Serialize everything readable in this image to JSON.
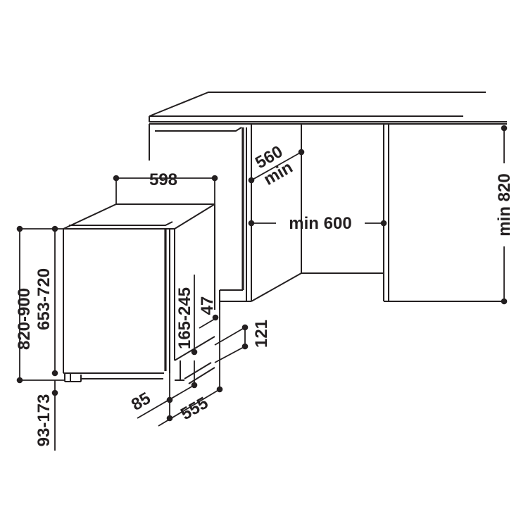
{
  "dimensions": {
    "width": "598",
    "total_height": "820-900",
    "body_height": "653-720",
    "foot_height": "93-173",
    "adjust_range": "165-245",
    "door_gap": "47",
    "toe_kick": "121",
    "feet_setback": "85",
    "depth": "555",
    "niche_depth_value": "560",
    "niche_depth_min": "min",
    "niche_width": "min 600",
    "niche_height": "min 820"
  },
  "colors": {
    "ink": "#231f20",
    "background": "#ffffff"
  }
}
